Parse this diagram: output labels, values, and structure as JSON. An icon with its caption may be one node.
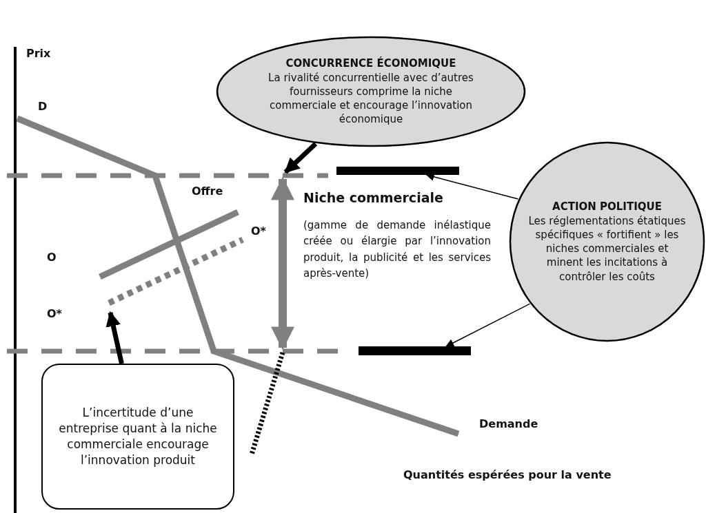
{
  "diagram": {
    "nodes": [
      {
        "text": [
          "CONCURRENCE ÉCONOMIQUE",
          "La rivalité concurrentielle avec d’autres fournisseurs comprime la niche commerciale et encourage l’innovation économique"
        ]
      },
      {
        "text": [
          "ACTION POLITIQUE",
          "Les réglementations étatiques spécifiques « fortifient » les niches commerciales et minent les incitations à contrôler les coûts"
        ]
      },
      {
        "text": [
          "L’incertitude d’une entreprise quant à la niche commerciale encourage l’innovation produit"
        ]
      },
      {
        "text": [],
        "shape": "bar"
      },
      {
        "text": [],
        "shape": "bar"
      }
    ],
    "edges": [
      {
        "from": 0,
        "to": null,
        "arrow": "to",
        "style": "thick"
      },
      {
        "from": 1,
        "to": 3,
        "arrow": "to"
      },
      {
        "from": 1,
        "to": 4,
        "arrow": "to"
      },
      {
        "from": 2,
        "to": null,
        "arrow": "to",
        "style": "thick"
      }
    ],
    "labels": [
      "Prix",
      "D",
      "Offre",
      "O*",
      "O",
      "O*",
      "Niche commerciale",
      "(gamme de demande inélastique créée ou élargie par l’innovation produit, la publicité et les services après-vente)",
      "Demande",
      "Quantités espérées pour la vente"
    ]
  }
}
